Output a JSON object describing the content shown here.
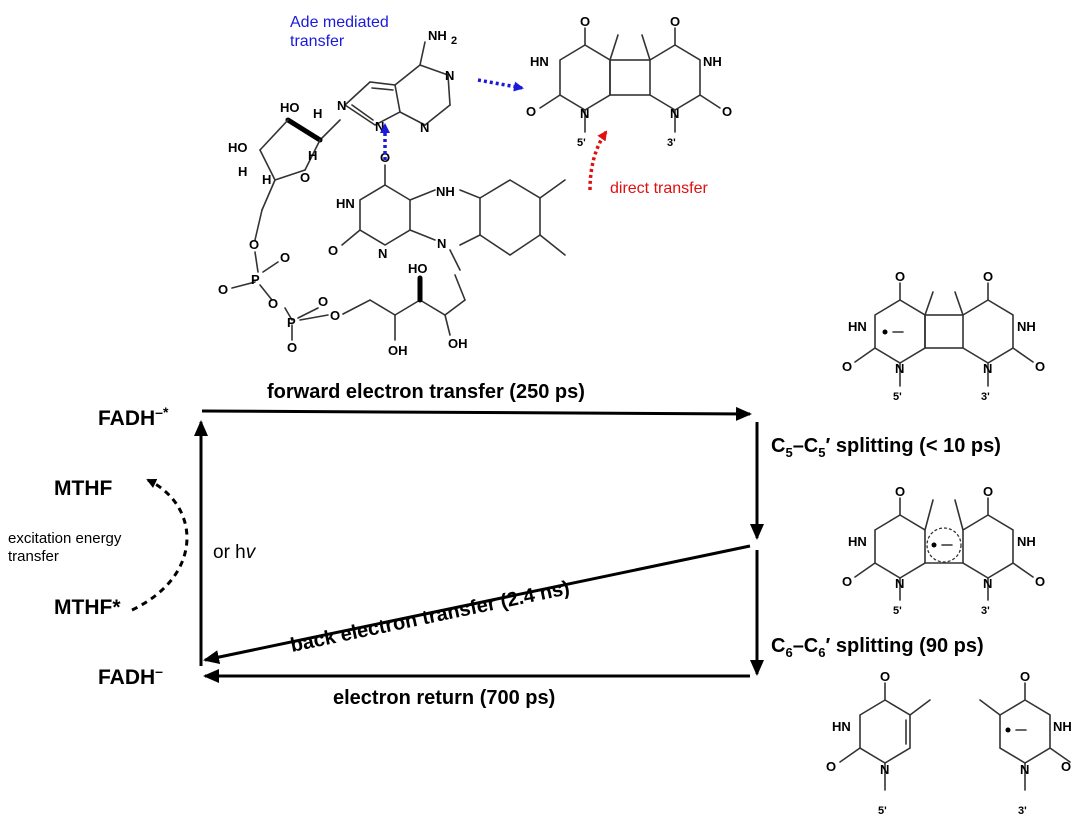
{
  "colors": {
    "black": "#000000",
    "blue": "#1a1adc",
    "red": "#e01010",
    "bond": "#333333"
  },
  "labels": {
    "ade_mediated": [
      "Ade mediated",
      "transfer"
    ],
    "direct_transfer": "direct transfer",
    "forward": "forward electron transfer (250 ps)",
    "back": "back electron transfer (2.4 ns)",
    "return": "electron return (700 ps)",
    "split1": {
      "base": "C",
      "s1": "5",
      "mid": "–C",
      "s2": "5",
      "tail": "′ splitting (< 10 ps)"
    },
    "split2": {
      "base": "C",
      "s1": "6",
      "mid": "–C",
      "s2": "6",
      "tail": "′ splitting (90 ps)"
    },
    "fadh_star": {
      "base": "FADH",
      "sup": "–*"
    },
    "fadh": {
      "base": "FADH",
      "sup": "–"
    },
    "mthf": "MTHF",
    "mthf_star": "MTHF*",
    "excitation": [
      "excitation energy",
      "transfer"
    ],
    "or_hv": {
      "prefix": "or h",
      "v": "v"
    }
  },
  "atoms": {
    "nh2": "NH",
    "nh2_sub": "2",
    "n": "N",
    "o": "O",
    "hn": "HN",
    "nh": "NH",
    "h": "H",
    "ho": "HO",
    "oh": "OH",
    "p": "P",
    "o_minus": "O",
    "minus": "–",
    "prime5": "5'",
    "prime3": "3'"
  }
}
